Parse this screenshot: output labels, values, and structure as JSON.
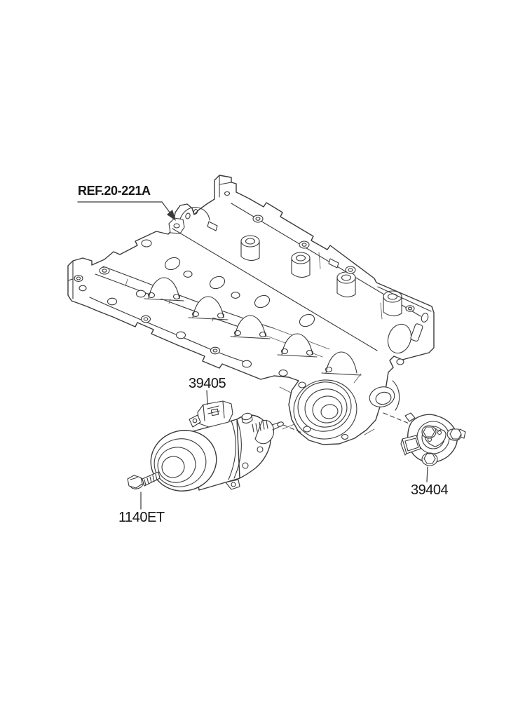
{
  "page": {
    "background": "#ffffff"
  },
  "diagram": {
    "type": "parts-exploded-view",
    "colors": {
      "line": "#3a3a3a",
      "line_soft": "#555555",
      "text": "#161616"
    },
    "callouts": {
      "ref": {
        "label": "REF.20-221A",
        "style": "bold-underlined-arrow",
        "target": "camshaft-carrier-bracket"
      },
      "pump": {
        "label": "39405",
        "target": "vacuum-pump"
      },
      "bolt": {
        "label": "1140ET",
        "target": "mounting-bolt"
      },
      "sensor": {
        "label": "39404",
        "target": "camshaft-position-sensor"
      }
    },
    "drawings": [
      {
        "name": "cylinder-head-cam-carrier"
      },
      {
        "name": "vacuum-pump-assembly"
      },
      {
        "name": "flange-bolt"
      },
      {
        "name": "camshaft-position-sensor"
      }
    ]
  }
}
